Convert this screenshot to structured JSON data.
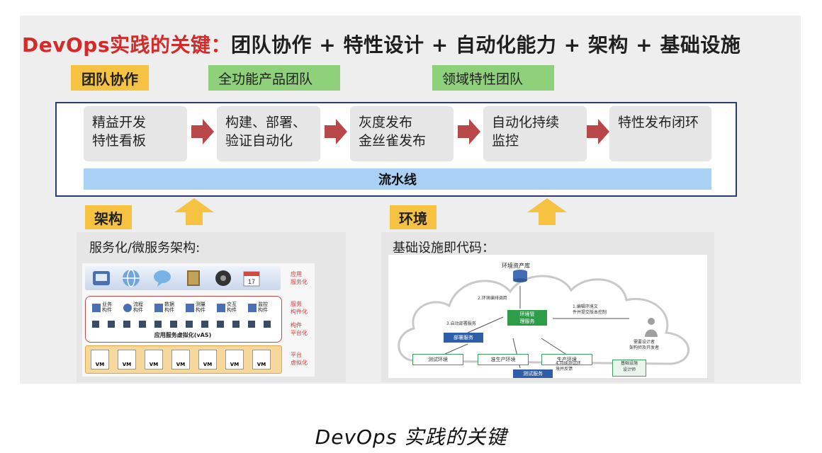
{
  "title": {
    "prefix": "DevOps实践的关键：",
    "rest": "团队协作 + 特性设计 + 自动化能力 + 架构 + 基础设施"
  },
  "tags": {
    "team": "团队协作",
    "full_team": "全功能产品团队",
    "domain_team": "领域特性团队",
    "arch": "架构",
    "env": "环境"
  },
  "stages": [
    {
      "line1": "精益开发",
      "line2": "特性看板"
    },
    {
      "line1": "构建、部署、",
      "line2": "验证自动化"
    },
    {
      "line1": "灰度发布",
      "line2": "金丝雀发布"
    },
    {
      "line1": "自动化持续",
      "line2": "监控"
    },
    {
      "line1": "特性发布闭环",
      "line2": ""
    }
  ],
  "pipeline": "流水线",
  "arch_heading": "服务化/微服务架构:",
  "infra_heading": "基础设施即代码：",
  "arch_diagram": {
    "layers": [
      "应用\n服务化",
      "服务\n构件化",
      "构件\n平台化",
      "平台\n虚拟化"
    ],
    "components": [
      "业务\n构件",
      "流程\n构件",
      "数据\n构件",
      "测量\n构件",
      "交互\n构件",
      "监控\n构件"
    ],
    "vas": "应用服务虚拟化(vAS)",
    "vm": "VM"
  },
  "infra_diagram": {
    "repo": "环境资产库",
    "mgmt": "环境管\n理服务",
    "deploy": "部署服务",
    "test_service": "测试服务",
    "envs": [
      "测试环境",
      "准生产环境",
      "生产环境"
    ],
    "infra_design": "基础设施\n设计师",
    "designer": "需要设计者\n架构师及开发者",
    "steps": [
      "1.编辑环境文\n件并提交版本控制",
      "2.环境编排调用",
      "3.启动部署服务",
      "4.持续测试环\n境并反馈"
    ]
  },
  "caption": "DevOps 实践的关键"
}
